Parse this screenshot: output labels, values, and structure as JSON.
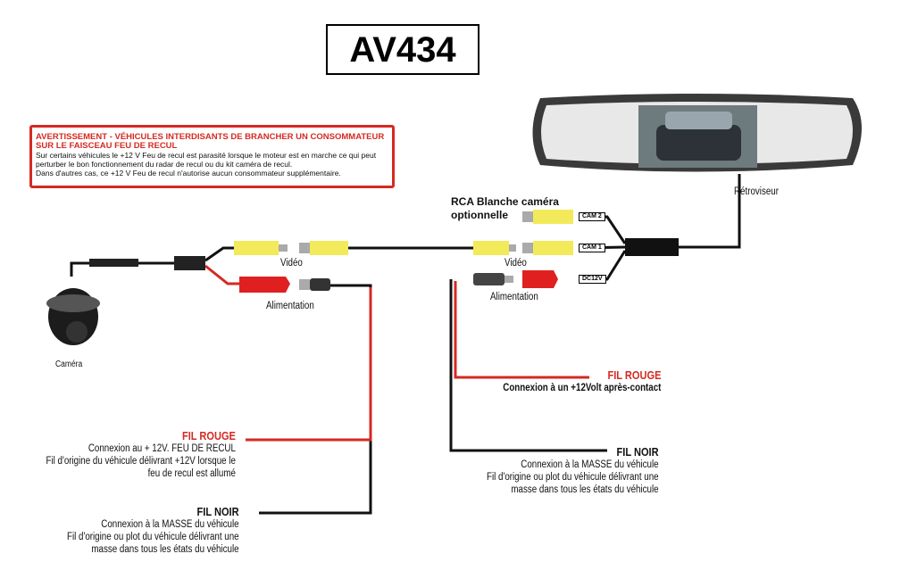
{
  "title": "AV434",
  "warning": {
    "heading": "AVERTISSEMENT - VÉHICULES INTERDISANTS DE BRANCHER UN CONSOMMATEUR SUR LE FAISCEAU FEU DE RECUL",
    "line1": "Sur certains véhicules le +12 V Feu de recul est parasité lorsque le moteur est en marche ce qui peut perturber le bon fonctionnement du radar de recul ou du kit caméra de recul.",
    "line2": "Dans d'autres cas, ce +12 V Feu de recul n'autorise aucun consommateur supplémentaire."
  },
  "labels": {
    "mirror": "Rétroviseur",
    "camera": "Caméra",
    "video_left": "Vidéo",
    "power_left": "Alimentation",
    "video_right": "Vidéo",
    "power_right": "Alimentation",
    "rca_optional": "RCA Blanche caméra optionnelle",
    "cam2": "CAM 2",
    "cam1": "CAM 1",
    "dc12v": "DC12V"
  },
  "left_red": {
    "title": "FIL ROUGE",
    "l1": "Connexion au + 12V. FEU DE RECUL",
    "l2": "Fil d'origine du véhicule délivrant +12V lorsque le",
    "l3": "feu de recul est allumé"
  },
  "left_black": {
    "title": "FIL NOIR",
    "l1": "Connexion à la MASSE du véhicule",
    "l2": "Fil d'origine ou plot du véhicule délivrant une",
    "l3": "masse dans tous les états du véhicule"
  },
  "right_red": {
    "title": "FIL ROUGE",
    "l1": "Connexion à un +12Volt après-contact"
  },
  "right_black": {
    "title": "FIL NOIR",
    "l1": "Connexion à la MASSE du véhicule",
    "l2": "Fil d'origine ou plot du véhicule délivrant une",
    "l3": "masse dans tous les états du véhicule"
  },
  "colors": {
    "red": "#d42a22",
    "yellow": "#f2ea5a",
    "wire": "#111111"
  }
}
